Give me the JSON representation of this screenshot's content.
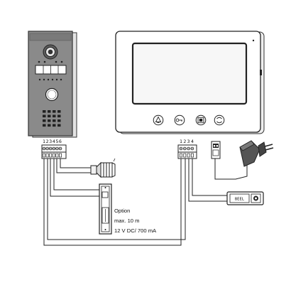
{
  "terminals": {
    "door_station": [
      "1",
      "2",
      "3",
      "4",
      "5",
      "6"
    ],
    "monitor": [
      "1",
      "2",
      "3",
      "4"
    ]
  },
  "bell_button": {
    "label": "BEEL"
  },
  "lock_option": {
    "line1": "Option",
    "line2": "max. 10 m",
    "line3": "12 V DC/ 700 mA"
  },
  "icons": {
    "monitor_buttons": [
      "bell-icon",
      "unlock-key-icon",
      "monitor-view-icon",
      "intercom-icon"
    ]
  },
  "colors": {
    "line": "#222222",
    "panel_gray": "#8a8a8a",
    "monitor_screen": "#f7f7f7"
  }
}
